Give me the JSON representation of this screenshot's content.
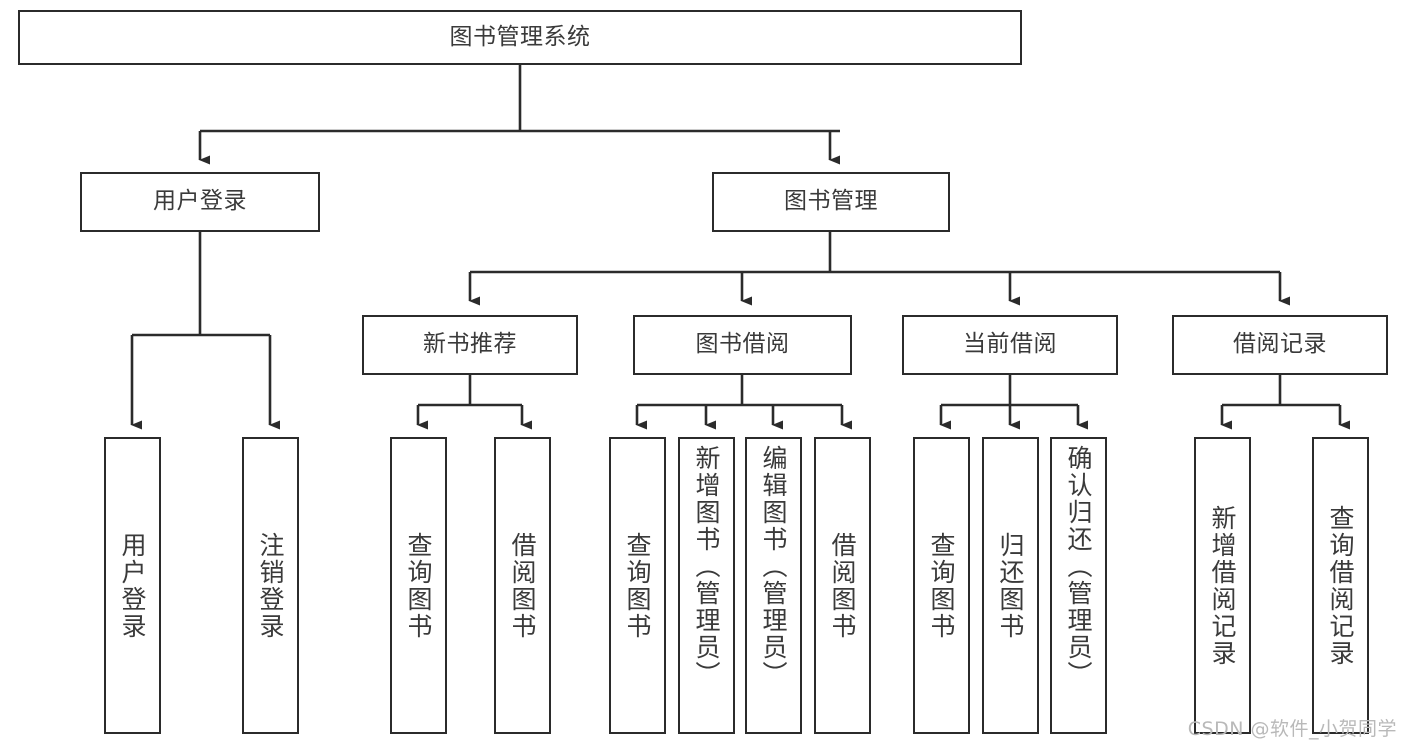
{
  "diagram": {
    "title": "图书管理系统",
    "type": "tree",
    "watermark": "CSDN @软件_小贺同学",
    "colors": {
      "box_border": "#2b2b2b",
      "box_fill": "#ffffff",
      "text": "#3a3a3a",
      "edge": "#2b2b2b",
      "background": "#ffffff",
      "watermark": "#b9b9b9"
    },
    "root": {
      "label": "图书管理系统"
    },
    "level2": [
      {
        "label": "用户登录"
      },
      {
        "label": "图书管理"
      }
    ],
    "level3": [
      {
        "label": "新书推荐"
      },
      {
        "label": "图书借阅"
      },
      {
        "label": "当前借阅"
      },
      {
        "label": "借阅记录"
      }
    ],
    "leaves": {
      "user_login": [
        {
          "label": "用户登录"
        },
        {
          "label": "注销登录"
        }
      ],
      "new_book_recommend": [
        {
          "label": "查询图书"
        },
        {
          "label": "借阅图书"
        }
      ],
      "book_borrow": [
        {
          "label": "查询图书"
        },
        {
          "label": "新增图书（管理员）"
        },
        {
          "label": "编辑图书（管理员）"
        },
        {
          "label": "借阅图书"
        }
      ],
      "current_borrow": [
        {
          "label": "查询图书"
        },
        {
          "label": "归还图书"
        },
        {
          "label": "确认归还（管理员）"
        }
      ],
      "borrow_records": [
        {
          "label": "新增借阅记录"
        },
        {
          "label": "查询借阅记录"
        }
      ]
    }
  }
}
